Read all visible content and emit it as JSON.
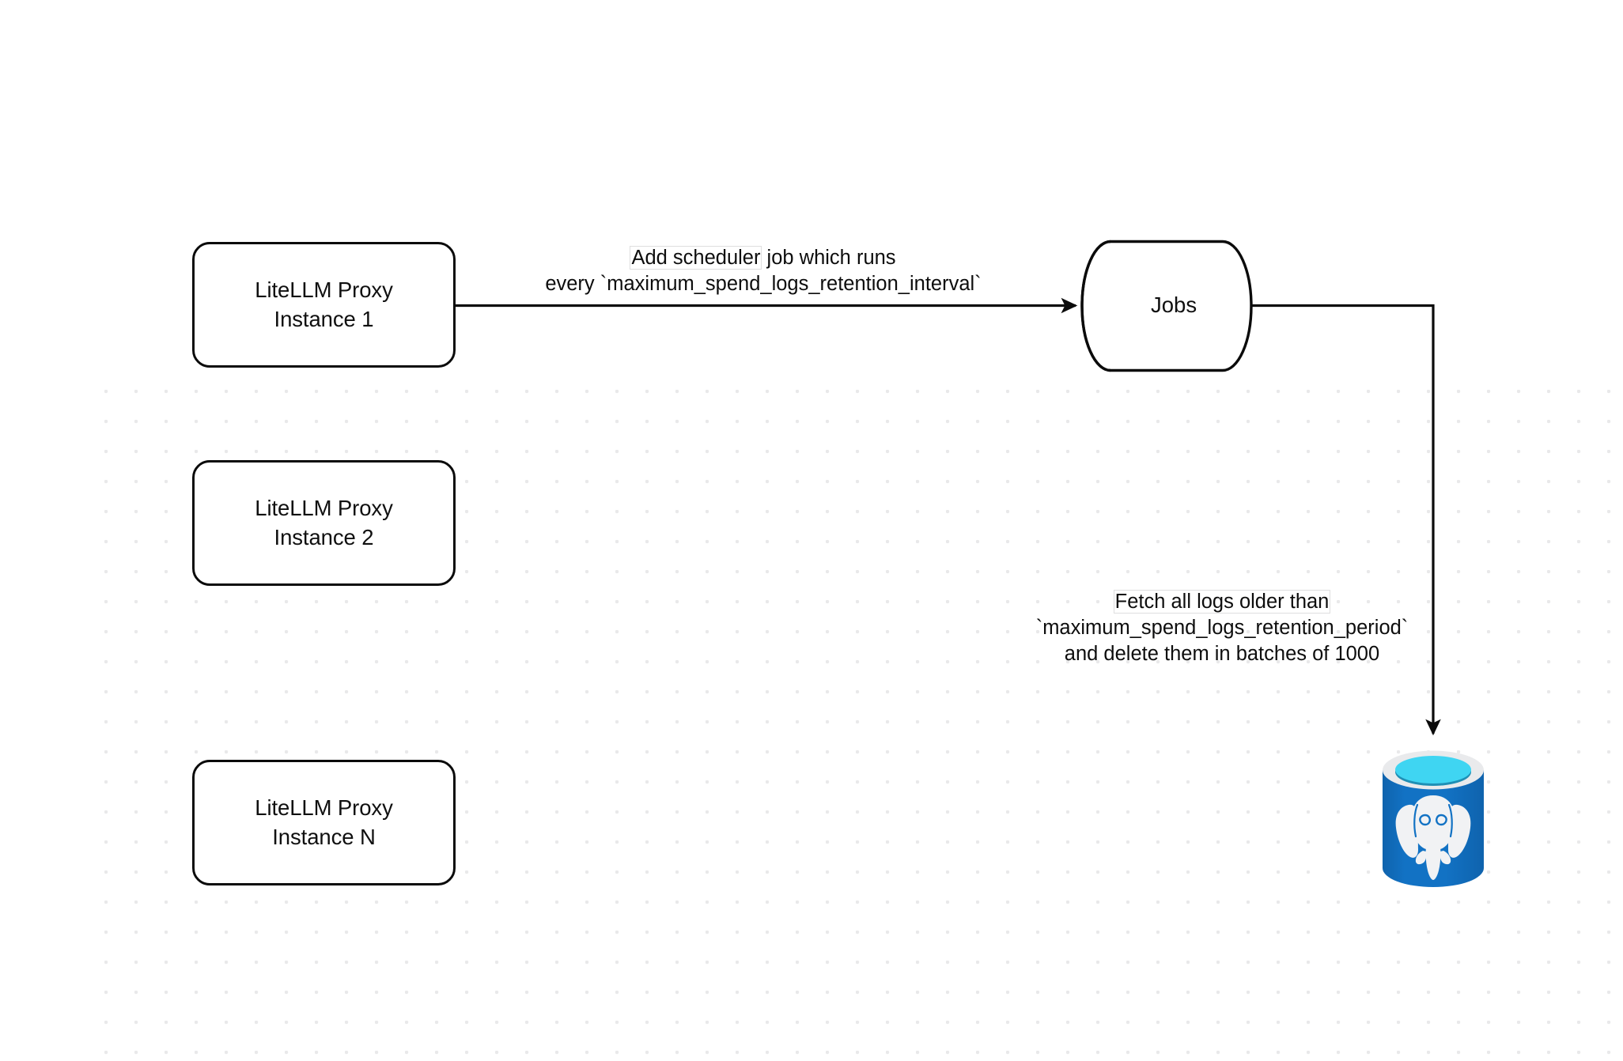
{
  "diagram": {
    "title": "LiteLLM spend logs retention scheduler flow",
    "background_color": "#ffffff",
    "grid_dot_color": "#e9e9ea",
    "stroke_color": "#0b0b0b",
    "nodes": [
      {
        "id": "proxy-instance-1",
        "type": "rounded-rectangle",
        "line1": "LiteLLM Proxy",
        "line2": "Instance 1"
      },
      {
        "id": "proxy-instance-2",
        "type": "rounded-rectangle",
        "line1": "LiteLLM Proxy",
        "line2": "Instance 2"
      },
      {
        "id": "proxy-instance-n",
        "type": "rounded-rectangle",
        "line1": "LiteLLM Proxy",
        "line2": "Instance N"
      },
      {
        "id": "jobs-store",
        "type": "cylinder",
        "label": "Jobs"
      },
      {
        "id": "postgres-database",
        "type": "database-icon",
        "icon": "postgresql-elephant-icon",
        "colors": {
          "body": "#1272c4",
          "body_dark": "#0f63ad",
          "rim": "#e9eaec",
          "surface": "#3fd5f2",
          "surface_shadow": "#1f8fb5",
          "elephant": "#f1f2f4"
        }
      }
    ],
    "edges": [
      {
        "id": "scheduler-edge",
        "from": "proxy-instance-1",
        "to": "jobs-store",
        "label_line1": "Add scheduler job which runs",
        "label_line2": "every `maximum_spend_logs_retention_interval`",
        "label_line1_highlight": "Add scheduler",
        "label_line1_rest": " job which runs",
        "arrowhead": "filled-triangle"
      },
      {
        "id": "retention-edge",
        "from": "jobs-store",
        "to": "postgres-database",
        "label_line1": "Fetch all logs older than",
        "label_line2": "`maximum_spend_logs_retention_period`",
        "label_line3": "and delete them in batches of 1000",
        "arrowhead": "filled-triangle"
      }
    ]
  }
}
